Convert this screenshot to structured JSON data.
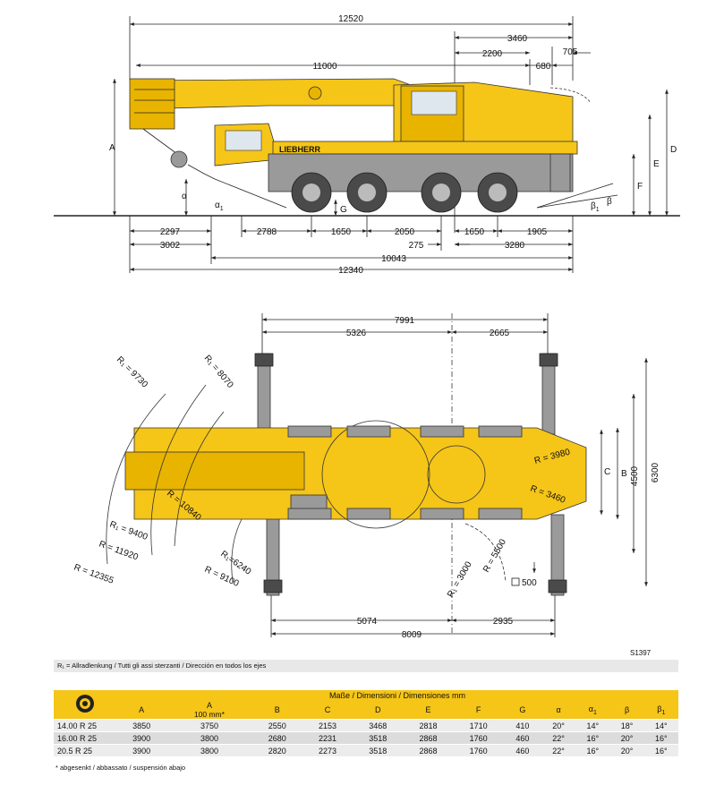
{
  "side_view": {
    "top_dims": {
      "overall": "12520",
      "rear_3460": "3460",
      "boom_len": "11000",
      "d_2200": "2200",
      "d_680": "680",
      "d_705": "705"
    },
    "bottom_dims": {
      "d_2297": "2297",
      "d_2788": "2788",
      "d_1650a": "1650",
      "d_2050": "2050",
      "d_1650b": "1650",
      "d_1905": "1905",
      "d_275": "275",
      "d_3280": "3280",
      "d_3002": "3002",
      "d_10043": "10043",
      "d_12340": "12340"
    },
    "letters": {
      "A": "A",
      "D": "D",
      "E": "E",
      "F": "F",
      "G": "G",
      "alpha": "α",
      "alpha1": "α",
      "alpha1_sub": "1",
      "beta": "β",
      "beta1": "β",
      "beta1_sub": "1"
    },
    "brand": "LIEBHERR"
  },
  "top_view": {
    "top_dims": {
      "overall": "7991",
      "d_5326": "5326",
      "d_2665": "2665"
    },
    "bottom_dims": {
      "d_5074": "5074",
      "d_2935": "2935",
      "d_8009": "8009"
    },
    "radii": {
      "r1_9730": "R₁ = 9730",
      "r1_8070": "R₁ = 8070",
      "r_10840": "R = 10840",
      "r1_9400": "R₁ = 9400",
      "r_11920": "R = 11920",
      "r_12355": "R = 12355",
      "r1_6240": "R₁=6240",
      "r_9100": "R = 9100",
      "r_3980": "R = 3980",
      "r_3460": "R = 3460",
      "r_5500": "R = 5500",
      "r1_3000": "R₁ = 3000"
    },
    "right_dims": {
      "C": "C",
      "B": "B",
      "d_4500": "4500",
      "d_6300": "6300",
      "pad": "500"
    }
  },
  "drawing_code": "S1397",
  "steer_note": "R₁ = Allradlenkung / Tutti gli assi sterzanti / Dirección en todos los ejes",
  "table": {
    "title": "Maße / Dimensioni / Dimensiones mm",
    "tire_icon": "tire-icon",
    "columns": [
      "A",
      "A",
      "B",
      "C",
      "D",
      "E",
      "F",
      "G",
      "α",
      "α",
      "β",
      "β"
    ],
    "column_subs": [
      "",
      "100 mm*",
      "",
      "",
      "",
      "",
      "",
      "",
      "",
      "1",
      "",
      "1"
    ],
    "rows": [
      {
        "tire": "14.00 R 25",
        "values": [
          "3850",
          "3750",
          "2550",
          "2153",
          "3468",
          "2818",
          "1710",
          "410",
          "20°",
          "14°",
          "18°",
          "14°"
        ]
      },
      {
        "tire": "16.00 R 25",
        "values": [
          "3900",
          "3800",
          "2680",
          "2231",
          "3518",
          "2868",
          "1760",
          "460",
          "22°",
          "16°",
          "20°",
          "16°"
        ]
      },
      {
        "tire": "20.5  R 25",
        "values": [
          "3900",
          "3800",
          "2820",
          "2273",
          "3518",
          "2868",
          "1760",
          "460",
          "22°",
          "16°",
          "20°",
          "16°"
        ]
      }
    ],
    "footnote": "* abgesenkt / abbassato / suspensión abajo"
  },
  "colors": {
    "crane_yellow": "#f5c518",
    "table_header": "#f5c518"
  }
}
